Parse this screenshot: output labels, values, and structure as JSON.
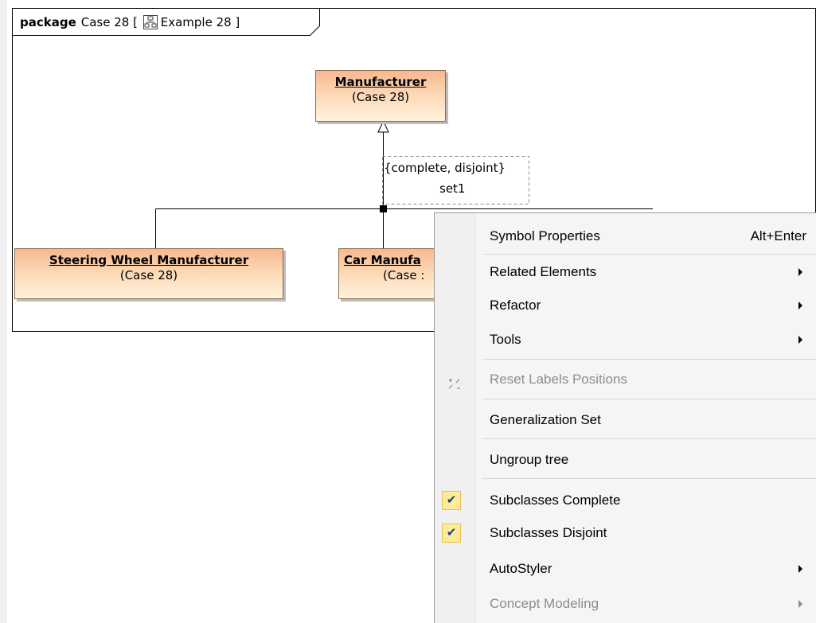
{
  "package_frame": {
    "keyword": "package",
    "name": "Case 28 [",
    "diagram_name": "Example 28 ]"
  },
  "classes": {
    "manufacturer": {
      "name": "Manufacturer",
      "stereo": "(Case 28)"
    },
    "steering": {
      "name": "Steering Wheel Manufacturer",
      "stereo": "(Case 28)"
    },
    "car": {
      "name": "Car Manufa",
      "stereo": "(Case :"
    }
  },
  "generalization_set": {
    "constraint": "{complete, disjoint}",
    "name": "set1"
  },
  "context_menu": {
    "items": [
      {
        "label": "Symbol Properties",
        "shortcut": "Alt+Enter"
      },
      {
        "label": "Related Elements",
        "submenu": true
      },
      {
        "label": "Refactor",
        "submenu": true
      },
      {
        "label": "Tools",
        "submenu": true
      },
      {
        "label": "Reset Labels Positions",
        "disabled": true,
        "icon": "reset-labels-icon"
      },
      {
        "label": "Generalization Set"
      },
      {
        "label": "Ungroup tree"
      },
      {
        "label": "Subclasses Complete",
        "checked": true,
        "icon": "checkmark-icon"
      },
      {
        "label": "Subclasses Disjoint",
        "checked": true,
        "icon": "checkmark-icon"
      },
      {
        "label": "AutoStyler",
        "submenu": true
      },
      {
        "label": "Concept Modeling",
        "submenu": true,
        "disabled": true
      }
    ]
  },
  "colors": {
    "class_fill_top": "#f7b890",
    "class_fill_bottom": "#fff3dd",
    "menu_background": "#f5f5f5",
    "check_background": "#fdeb9a"
  }
}
